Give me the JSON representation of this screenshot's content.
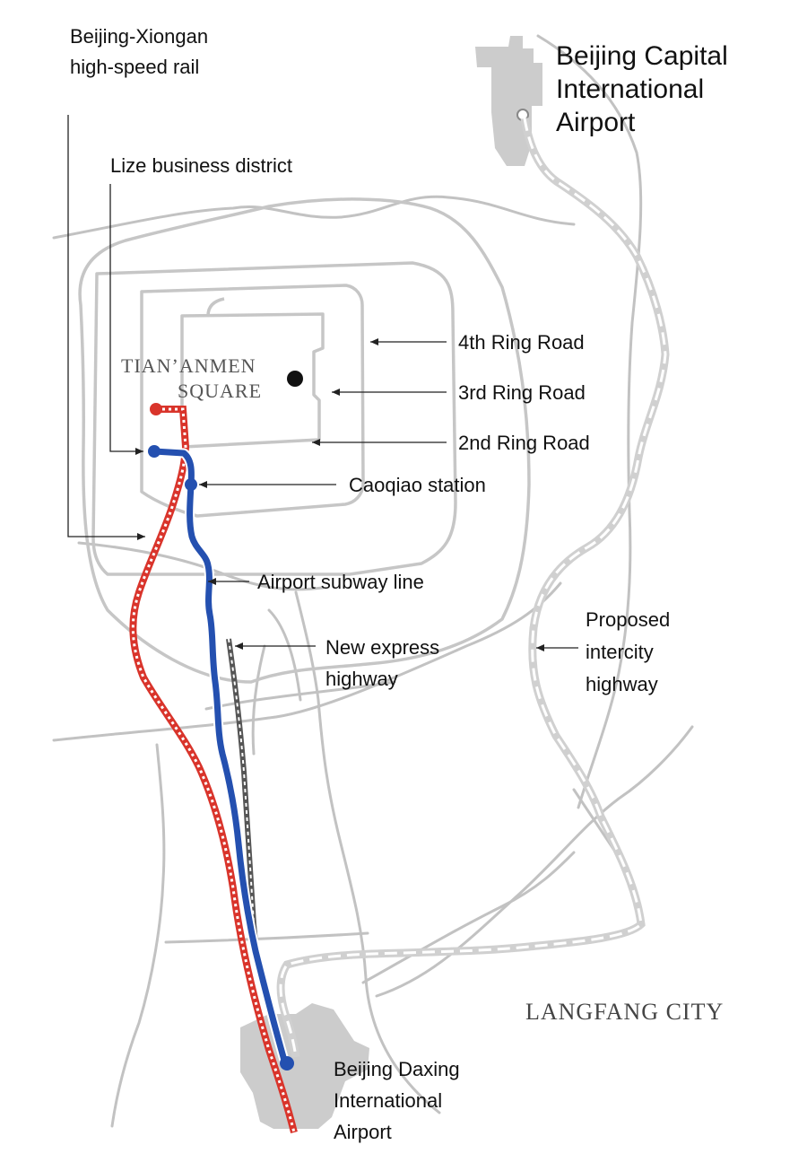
{
  "labels": {
    "capital_airport": [
      "Beijing Capital",
      "International",
      "Airport"
    ],
    "xiongan_rail": [
      "Beijing-Xiongan",
      "high-speed rail"
    ],
    "lize": "Lize business district",
    "ring4": "4th Ring Road",
    "ring3": "3rd Ring Road",
    "ring2": "2nd Ring Road",
    "tiananmen": [
      "TIAN’ANMEN",
      "SQUARE"
    ],
    "caoqiao": "Caoqiao station",
    "subway": "Airport subway line",
    "express": [
      "New express",
      "highway"
    ],
    "intercity": [
      "Proposed",
      "intercity",
      "highway"
    ],
    "langfang": "LANGFANG CITY",
    "daxing_airport": [
      "Beijing Daxing",
      "International",
      "Airport"
    ]
  },
  "colors": {
    "rail": "#d9342b",
    "subway": "#2450b0",
    "roads": "#c2c2c2",
    "airport_area": "#cccccc",
    "proposed_highway": "#d0d0d0",
    "express_highway": "#555555"
  },
  "icons": {
    "tiananmen": "black-dot-icon",
    "caoqiao": "blue-station-dot-icon"
  }
}
